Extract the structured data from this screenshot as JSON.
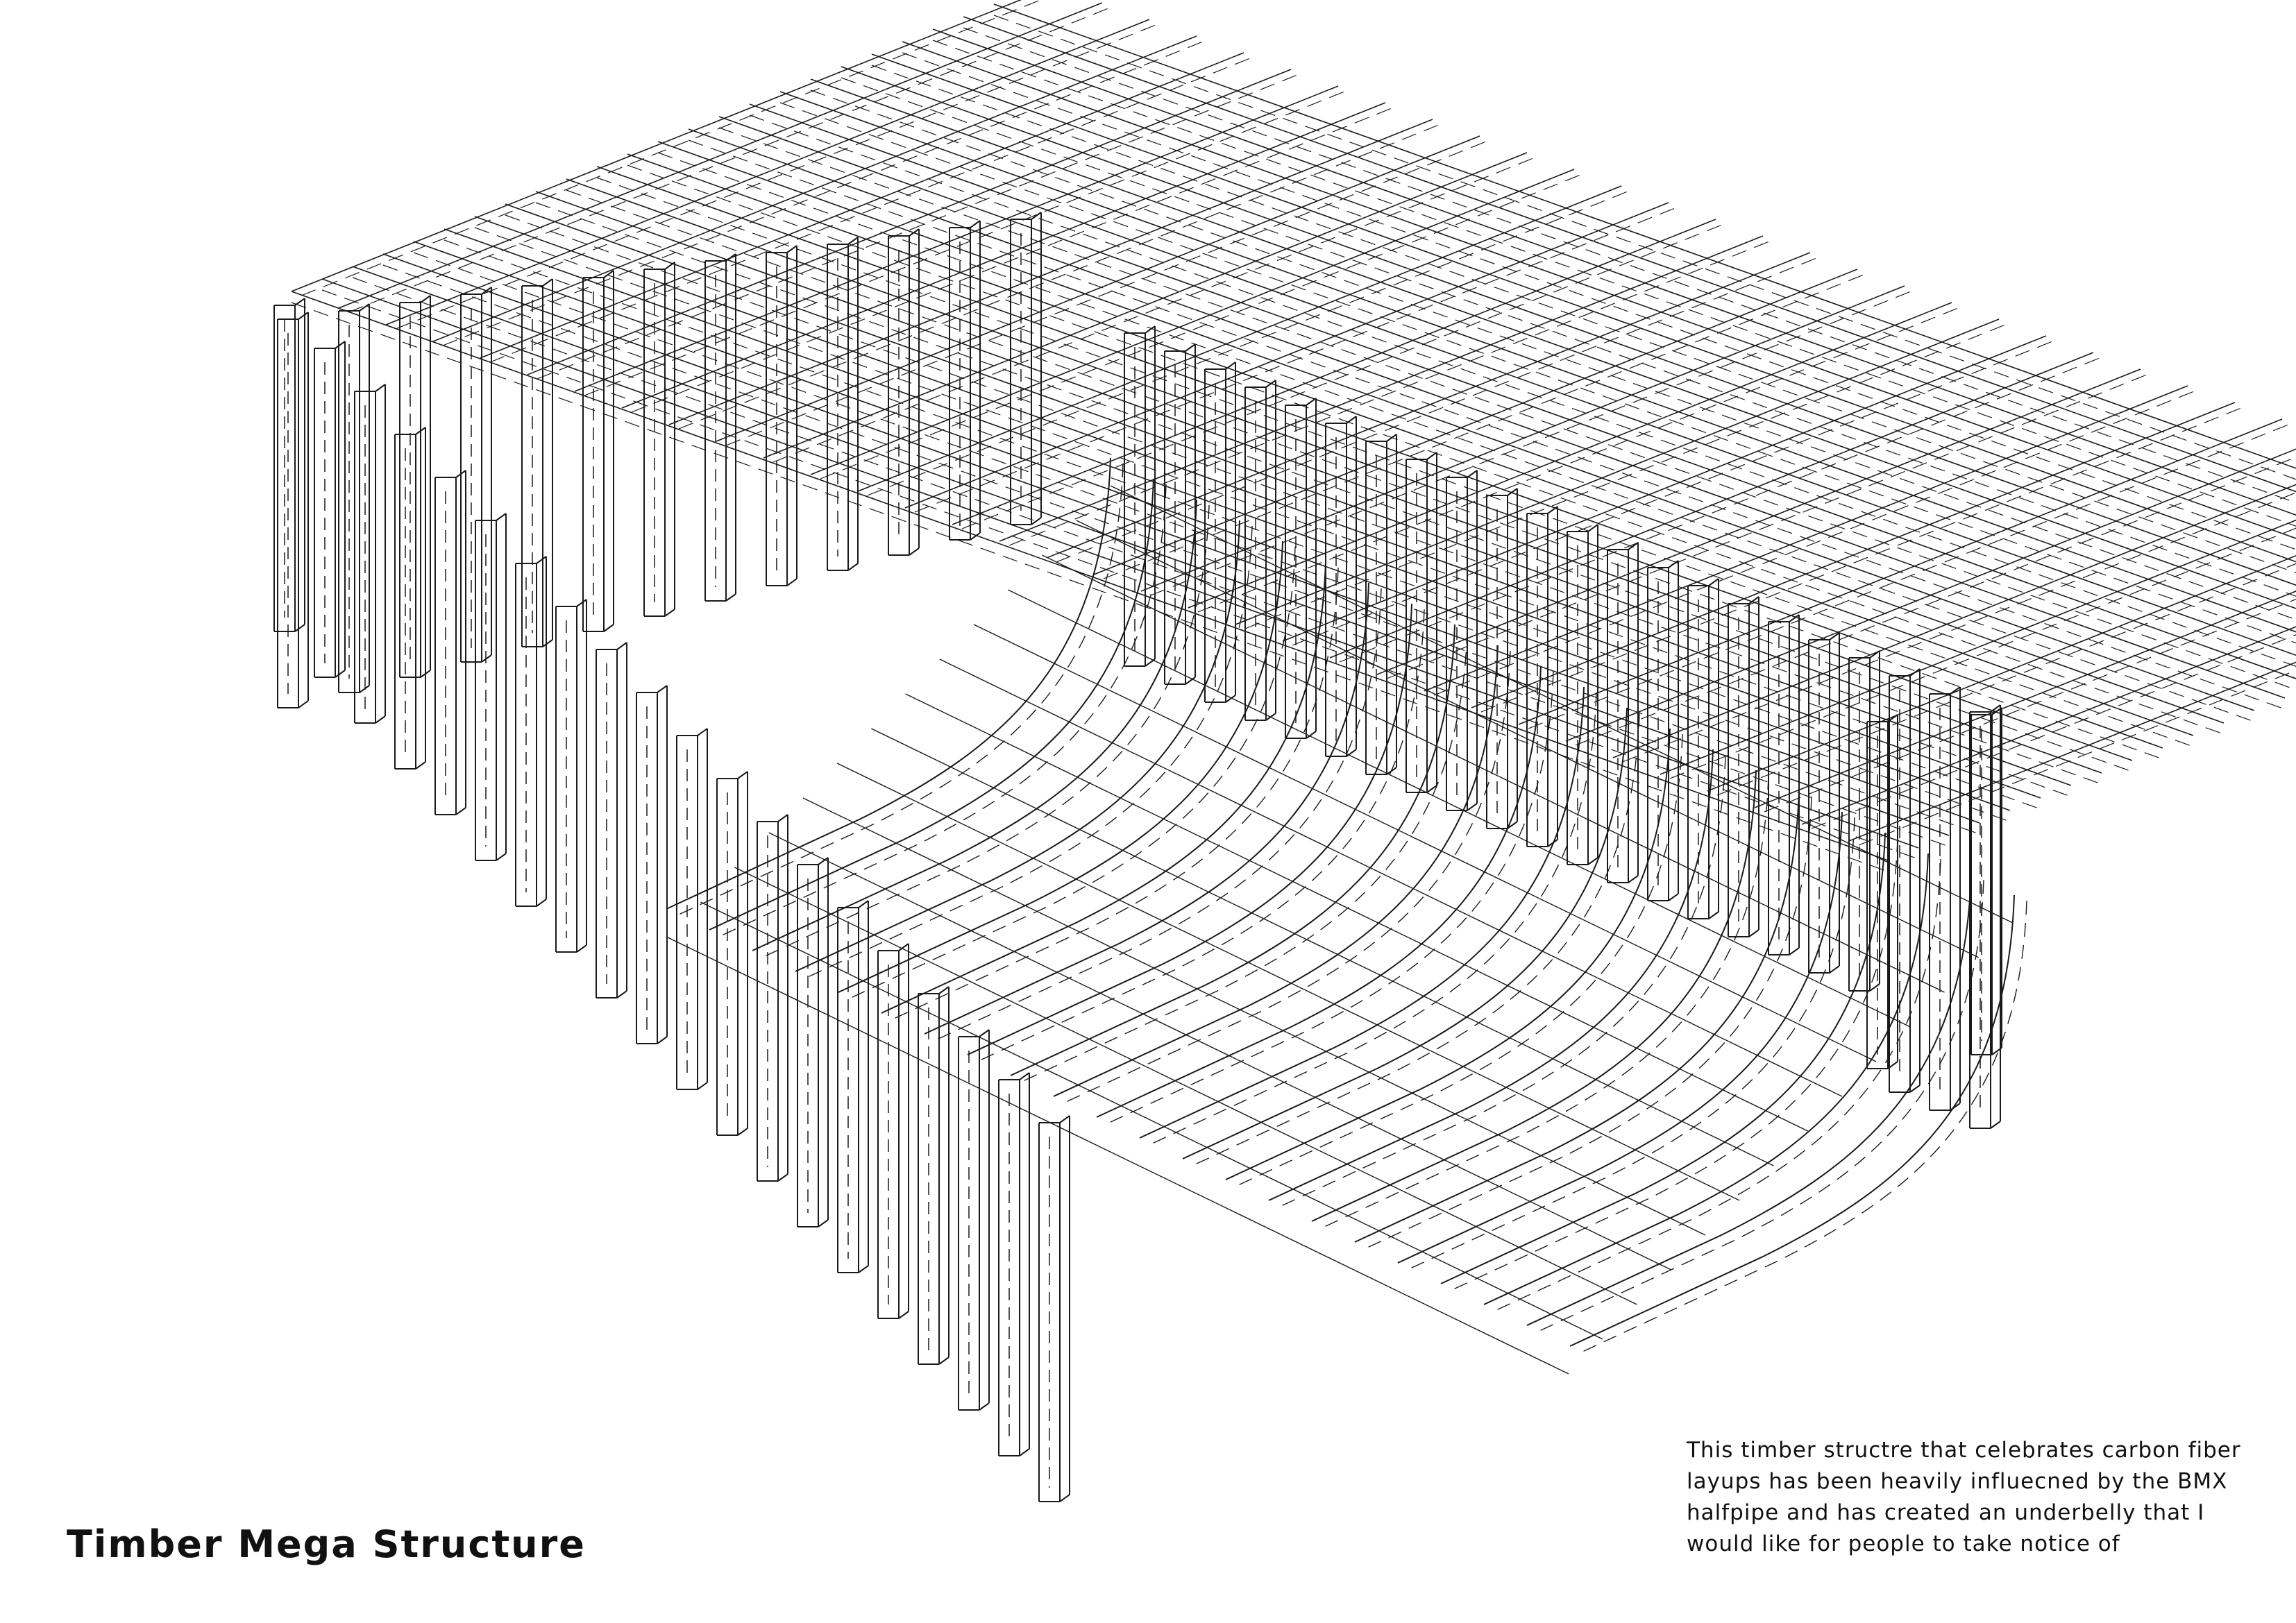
{
  "title": "Timber Mega Structure",
  "description_lines": [
    "This timber structre that celebrates carbon fiber",
    "layups has been heavily influecned by the BMX",
    "halfpipe and has created an underbelly that I",
    "would like for people to take notice of"
  ],
  "colors": {
    "line": "#1a1a1a",
    "background": "#ffffff"
  },
  "drawing": {
    "type": "axonometric-wireframe",
    "icon": "timber-structure-wireframe"
  }
}
